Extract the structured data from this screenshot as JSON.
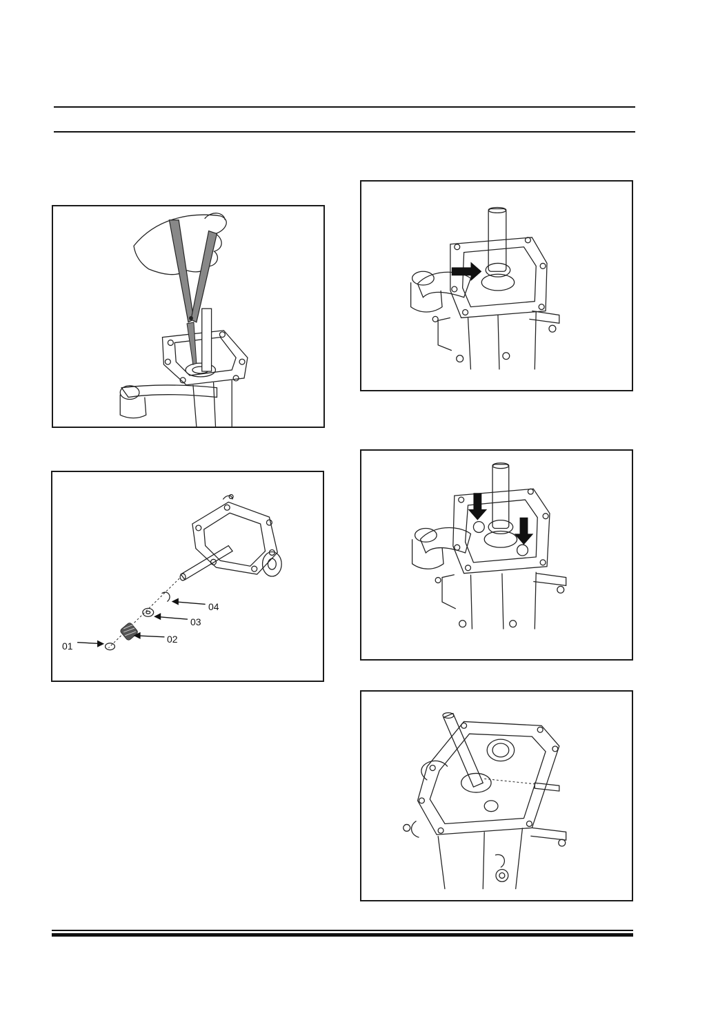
{
  "figure_exploded": {
    "callouts": [
      "01",
      "02",
      "03",
      "04"
    ]
  }
}
